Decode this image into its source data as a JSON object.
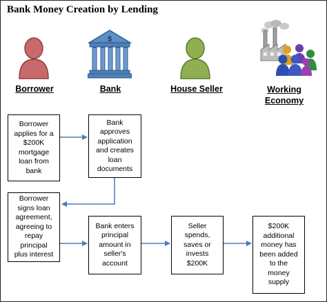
{
  "title": "Bank Money Creation by Lending",
  "actors": [
    {
      "label": "Borrower",
      "icon": "person-red-icon",
      "color": "#c8696b"
    },
    {
      "label": "Bank",
      "icon": "bank-building-icon",
      "color": "#4f7fb5"
    },
    {
      "label": "House Seller",
      "icon": "person-green-icon",
      "color": "#8fb050"
    },
    {
      "label": "Working\nEconomy",
      "icon": "factory-and-people-icon",
      "color": "#6a3fb0"
    }
  ],
  "steps": [
    "Borrower\napplies for a\n$200K\nmortgage\nloan from\nbank",
    "Bank\napproves\napplication\nand creates\nloan\ndocuments",
    "Borrower\nsigns loan\nagreement,\nagreeing to\nrepay\nprincipal\nplus interest",
    "Bank enters\nprincipal\namount in\nseller's\naccount",
    "Seller\nspends,\nsaves or\ninvests\n$200K",
    "$200K\nadditional\nmoney has\nbeen added\nto the\nmoney\nsupply"
  ],
  "colors": {
    "arrow": "#4a7bbd",
    "border": "#000000"
  }
}
